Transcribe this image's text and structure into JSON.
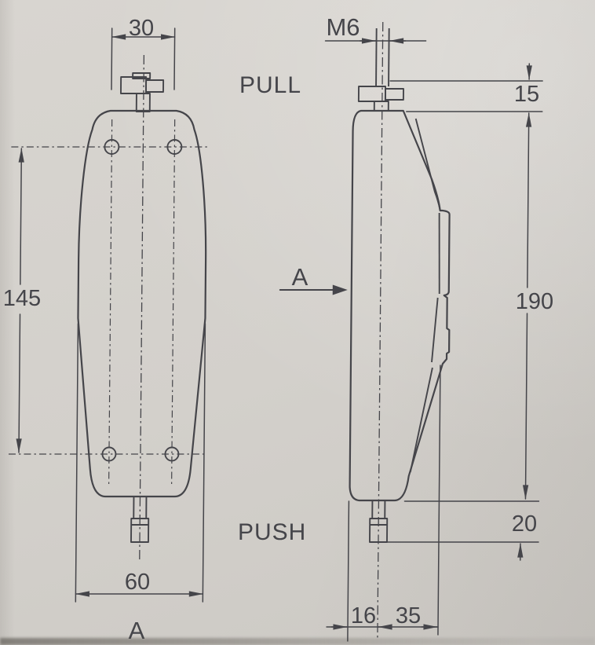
{
  "labels": {
    "pull": "PULL",
    "push": "PUSH",
    "section_arrow": "A",
    "section_view": "A"
  },
  "dimensions": {
    "knob_width": "30",
    "thread": "M6",
    "head_height": "15",
    "hole_spacing": "145",
    "body_length": "190",
    "shaft_tip": "20",
    "body_width": "60",
    "depth_front": "16",
    "depth_back": "35"
  },
  "colors": {
    "paper": "#d3d0cb",
    "ink": "#45454a"
  }
}
